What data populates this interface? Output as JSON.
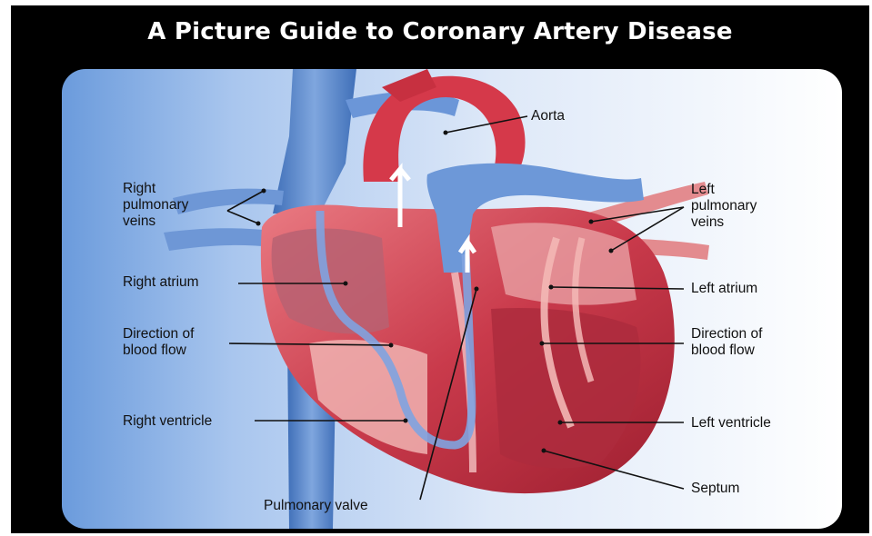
{
  "title": "A Picture Guide to Coronary Artery Disease",
  "labels": {
    "aorta": "Aorta",
    "right_pulmonary_veins": "Right\npulmonary\nveins",
    "left_pulmonary_veins": "Left\npulmonary\nveins",
    "right_atrium": "Right atrium",
    "left_atrium": "Left atrium",
    "direction_left": "Direction of\nblood flow",
    "direction_right": "Direction of\nblood flow",
    "right_ventricle": "Right ventricle",
    "left_ventricle": "Left ventricle",
    "septum": "Septum",
    "pulmonary_valve": "Pulmonary valve"
  },
  "colors": {
    "frame": "#000000",
    "title": "#ffffff",
    "heart_red": "#c8344a",
    "heart_light": "#e88a8a",
    "vessel_blue": "#4f7fc6",
    "vessel_light": "#9ec0ea",
    "leader": "#111111"
  }
}
